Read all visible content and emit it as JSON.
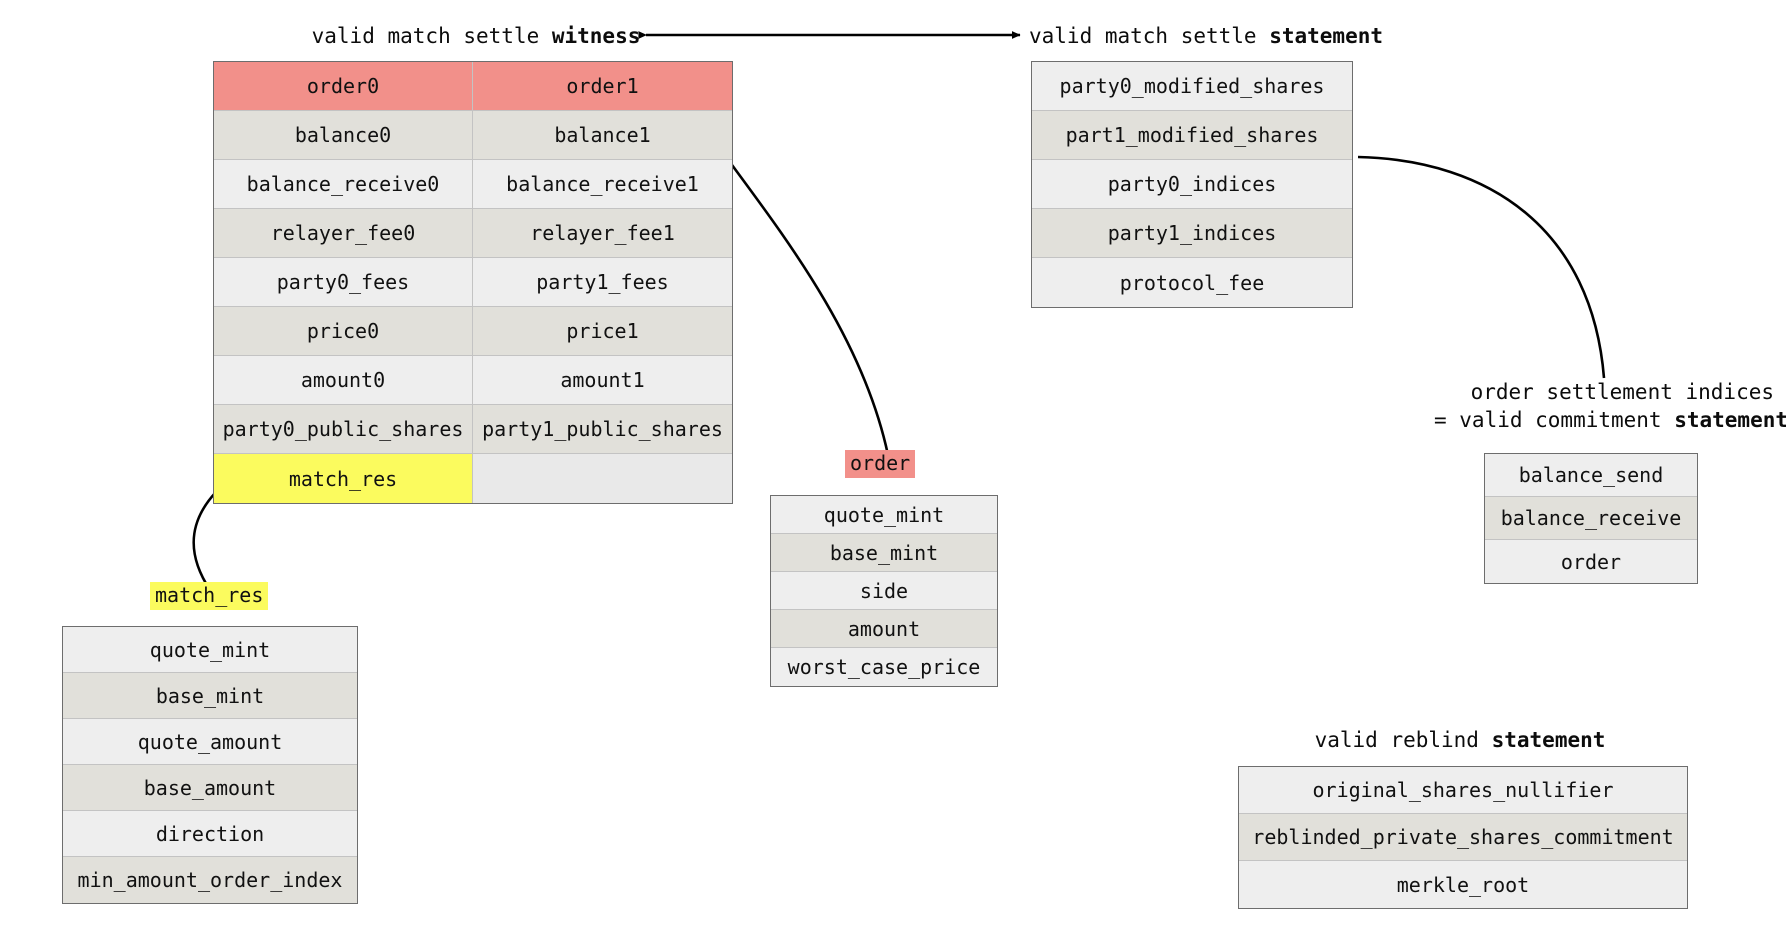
{
  "diagram": {
    "title_left": {
      "plain": "valid match settle ",
      "bold": "witness"
    },
    "title_right": {
      "plain": "valid match settle ",
      "bold": "statement"
    },
    "title_indices_line1": "order settlement indices",
    "title_indices_line2_plain": "= valid commitment ",
    "title_indices_line2_bold": "statement",
    "title_reblind": {
      "plain": "valid reblind ",
      "bold": "statement"
    }
  },
  "colors": {
    "highlight_red": "#f2908a",
    "highlight_yellow": "#fbfb5e",
    "band_light": "#eeeeee",
    "band_dark": "#e1e0da",
    "border": "#6d6d6d",
    "edge": "#000000"
  },
  "witness_table": {
    "name": "valid match settle witness",
    "columns": 2,
    "rows": [
      {
        "left": "order0",
        "right": "order1",
        "style": "red"
      },
      {
        "left": "balance0",
        "right": "balance1",
        "style": "dark"
      },
      {
        "left": "balance_receive0",
        "right": "balance_receive1",
        "style": "light"
      },
      {
        "left": "relayer_fee0",
        "right": "relayer_fee1",
        "style": "dark"
      },
      {
        "left": "party0_fees",
        "right": "party1_fees",
        "style": "light"
      },
      {
        "left": "price0",
        "right": "price1",
        "style": "dark"
      },
      {
        "left": "amount0",
        "right": "amount1",
        "style": "light"
      },
      {
        "left": "party0_public_shares",
        "right": "party1_public_shares",
        "style": "dark"
      },
      {
        "left": "match_res",
        "right": "",
        "style": "yellow"
      }
    ]
  },
  "statement_table": {
    "name": "valid match settle statement",
    "rows": [
      {
        "label": "party0_modified_shares",
        "style": "light"
      },
      {
        "label": "part1_modified_shares",
        "style": "dark"
      },
      {
        "label": "party0_indices",
        "style": "light"
      },
      {
        "label": "party1_indices",
        "style": "dark"
      },
      {
        "label": "protocol_fee",
        "style": "light"
      }
    ]
  },
  "order_table": {
    "name": "order",
    "chip_label": "order",
    "rows": [
      {
        "label": "quote_mint",
        "style": "light"
      },
      {
        "label": "base_mint",
        "style": "dark"
      },
      {
        "label": "side",
        "style": "light"
      },
      {
        "label": "amount",
        "style": "dark"
      },
      {
        "label": "worst_case_price",
        "style": "light"
      }
    ]
  },
  "match_res_table": {
    "name": "match_res",
    "chip_label": "match_res",
    "rows": [
      {
        "label": "quote_mint",
        "style": "light"
      },
      {
        "label": "base_mint",
        "style": "dark"
      },
      {
        "label": "quote_amount",
        "style": "light"
      },
      {
        "label": "base_amount",
        "style": "dark"
      },
      {
        "label": "direction",
        "style": "light"
      },
      {
        "label": "min_amount_order_index",
        "style": "dark"
      }
    ]
  },
  "commitment_table": {
    "name": "valid commitment statement",
    "rows": [
      {
        "label": "balance_send",
        "style": "light"
      },
      {
        "label": "balance_receive",
        "style": "dark"
      },
      {
        "label": "order",
        "style": "light"
      }
    ]
  },
  "reblind_table": {
    "name": "valid reblind statement",
    "rows": [
      {
        "label": "original_shares_nullifier",
        "style": "light"
      },
      {
        "label": "reblinded_private_shares_commitment",
        "style": "dark"
      },
      {
        "label": "merkle_root",
        "style": "light"
      }
    ]
  }
}
